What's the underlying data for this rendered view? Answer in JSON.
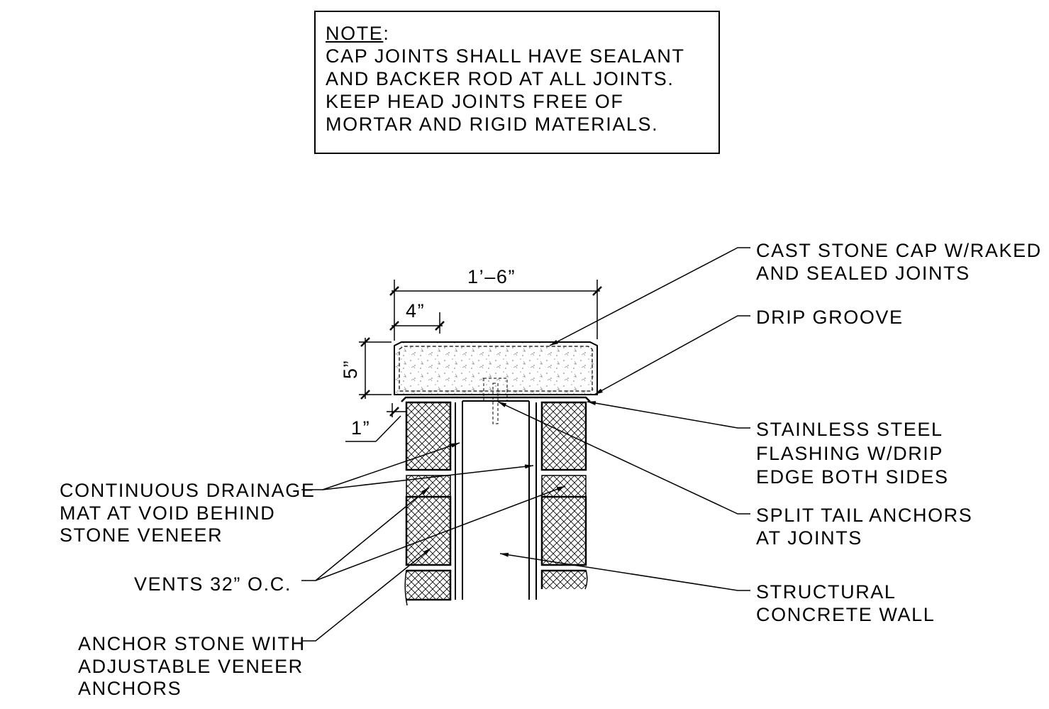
{
  "note": {
    "title": "NOTE",
    "title_suffix": ":",
    "lines": [
      "CAP JOINTS SHALL HAVE SEALANT",
      "AND BACKER ROD AT ALL JOINTS.",
      "KEEP HEAD JOINTS FREE OF",
      "MORTAR AND RIGID MATERIALS."
    ]
  },
  "dimensions": {
    "overall_width": "1’–6”",
    "cap_overhang": "4”",
    "cap_height": "5”",
    "flashing_offset": "1”"
  },
  "callouts": {
    "cast_stone_cap": [
      "CAST STONE CAP W/RAKED",
      "AND SEALED JOINTS"
    ],
    "drip_groove": [
      "DRIP GROOVE"
    ],
    "stainless_flashing": [
      "STAINLESS STEEL",
      "FLASHING W/DRIP",
      "EDGE BOTH SIDES"
    ],
    "split_tail_anchors": [
      "SPLIT TAIL ANCHORS",
      "AT JOINTS"
    ],
    "structural_wall": [
      "STRUCTURAL",
      "CONCRETE WALL"
    ],
    "drainage_mat": [
      "CONTINUOUS DRAINAGE",
      "MAT AT VOID BEHIND",
      "STONE VENEER"
    ],
    "vents": [
      "VENTS 32” O.C."
    ],
    "anchor_stone": [
      "ANCHOR STONE WITH",
      "ADJUSTABLE VENEER",
      "ANCHORS"
    ]
  },
  "colors": {
    "line": "#000000",
    "background": "#ffffff"
  }
}
